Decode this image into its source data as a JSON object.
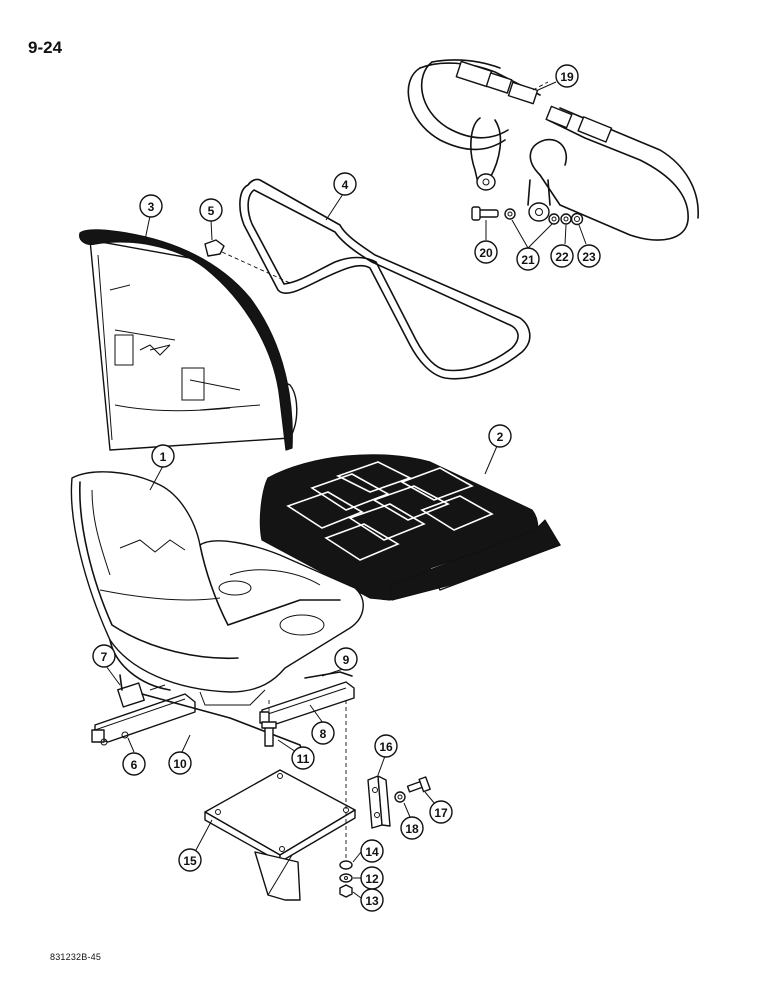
{
  "page": {
    "number": "9-24",
    "reference_code": "831232B-45"
  },
  "callouts": [
    {
      "label": "1"
    },
    {
      "label": "2"
    },
    {
      "label": "3"
    },
    {
      "label": "4"
    },
    {
      "label": "5"
    },
    {
      "label": "6"
    },
    {
      "label": "7"
    },
    {
      "label": "8"
    },
    {
      "label": "9"
    },
    {
      "label": "10"
    },
    {
      "label": "11"
    },
    {
      "label": "12"
    },
    {
      "label": "13"
    },
    {
      "label": "14"
    },
    {
      "label": "15"
    },
    {
      "label": "16"
    },
    {
      "label": "17"
    },
    {
      "label": "18"
    },
    {
      "label": "19"
    },
    {
      "label": "20"
    },
    {
      "label": "21"
    },
    {
      "label": "22"
    },
    {
      "label": "23"
    }
  ]
}
